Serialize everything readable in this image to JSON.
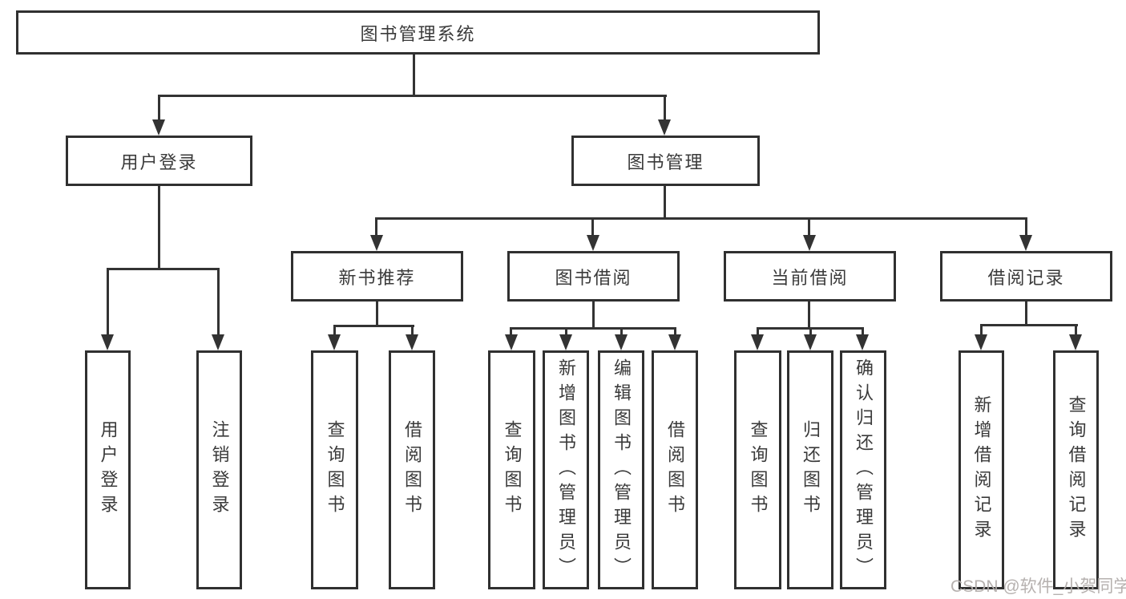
{
  "tree": {
    "root": {
      "label": "图书管理系统"
    },
    "children": [
      {
        "label": "用户登录",
        "children": [
          {
            "label": "用户登录"
          },
          {
            "label": "注销登录"
          }
        ]
      },
      {
        "label": "图书管理",
        "children": [
          {
            "label": "新书推荐",
            "children": [
              {
                "label": "查询图书"
              },
              {
                "label": "借阅图书"
              }
            ]
          },
          {
            "label": "图书借阅",
            "children": [
              {
                "label": "查询图书"
              },
              {
                "label": "新增图书（管理员）"
              },
              {
                "label": "编辑图书（管理员）"
              },
              {
                "label": "借阅图书"
              }
            ]
          },
          {
            "label": "当前借阅",
            "children": [
              {
                "label": "查询图书"
              },
              {
                "label": "归还图书"
              },
              {
                "label": "确认归还（管理员）"
              }
            ]
          },
          {
            "label": "借阅记录",
            "children": [
              {
                "label": "新增借阅记录"
              },
              {
                "label": "查询借阅记录"
              }
            ]
          }
        ]
      }
    ]
  },
  "watermark": {
    "text": "CSDN @软件_小贺同学"
  },
  "colors": {
    "line": "#333333",
    "border": "#303030",
    "background": "#ffffff",
    "watermark": "#b2adab"
  }
}
